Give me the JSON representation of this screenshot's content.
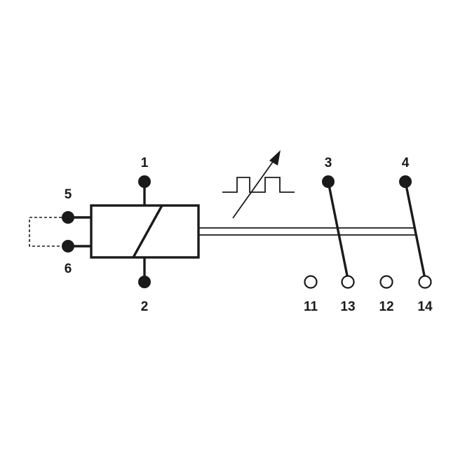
{
  "colors": {
    "ink": "#1a1a1a",
    "background": "#ffffff"
  },
  "terminals": {
    "t1": "1",
    "t2": "2",
    "t3": "3",
    "t4": "4",
    "t5": "5",
    "t6": "6",
    "t11": "11",
    "t12": "12",
    "t13": "13",
    "t14": "14"
  }
}
